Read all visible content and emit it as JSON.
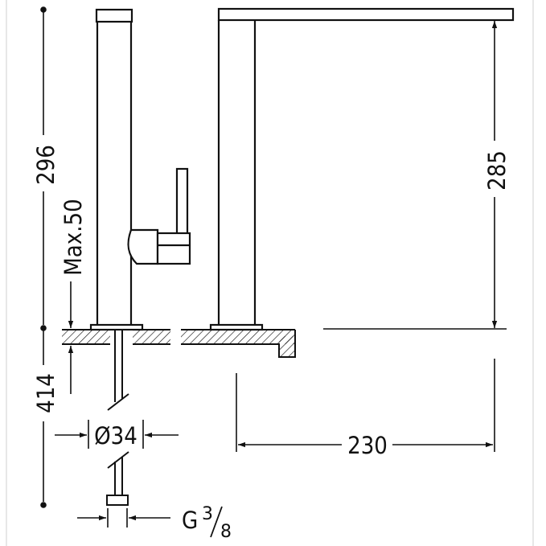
{
  "dimensions": {
    "total_height_above": "296",
    "max_deck": "Max.50",
    "below_deck": "414",
    "spout_height": "285",
    "spout_reach": "230",
    "hose_diameter": "Ø34",
    "connection_prefix": "G",
    "connection_numerator": "3",
    "connection_denominator": "8"
  },
  "colors": {
    "line": "#111111",
    "background": "#ffffff",
    "hatch": "#111111"
  }
}
